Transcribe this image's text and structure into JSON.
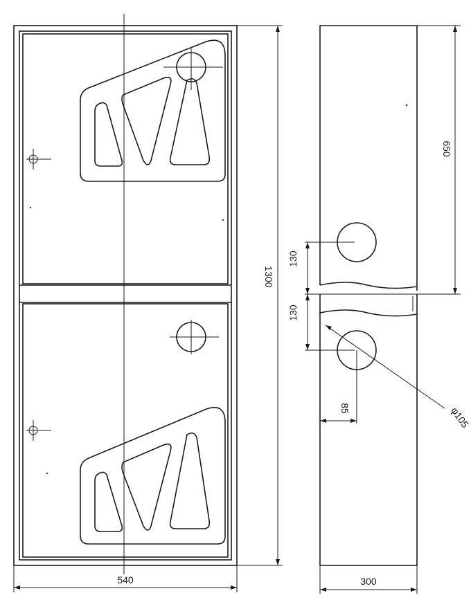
{
  "drawing": {
    "front_view": {
      "width_label": "540",
      "height_label": "1300"
    },
    "side_view": {
      "depth_label": "300",
      "top_height_label": "650",
      "upper_offset_label": "130",
      "lower_offset_label": "130",
      "hole_offset_label": "85",
      "hole_diameter_label": "φ105"
    }
  }
}
